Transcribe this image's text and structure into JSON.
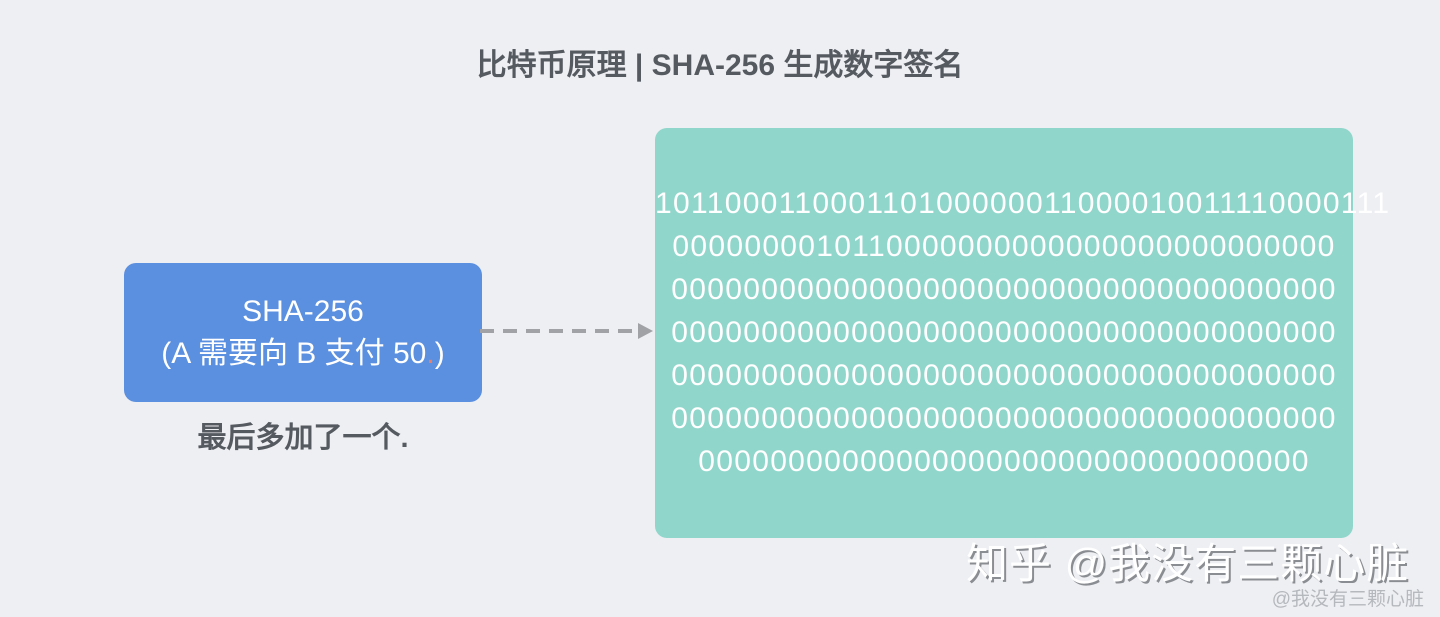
{
  "title": "比特币原理 | SHA-256 生成数字签名",
  "source_box": {
    "line1": "SHA-256",
    "line2_prefix": "(A 需要向 B 支付 50",
    "line2_added": ".",
    "line2_suffix": ")",
    "caption": "最后多加了一个.",
    "color": "#5b8fdf",
    "added_char_color": "#e8806a"
  },
  "arrow": {
    "style": "dashed",
    "color": "#a0a2a6"
  },
  "hash_box": {
    "color": "#90d6cb",
    "lines": [
      "101100011000110100000011000010011110000111",
      "0000000010110000000000000000000000000",
      "0000000000000000000000000000000000000",
      "0000000000000000000000000000000000000",
      "0000000000000000000000000000000000000",
      "0000000000000000000000000000000000000",
      "0000000000000000000000000000000000"
    ]
  },
  "watermark": {
    "main": "知乎 @我没有三颗心脏",
    "small": "@我没有三颗心脏"
  }
}
